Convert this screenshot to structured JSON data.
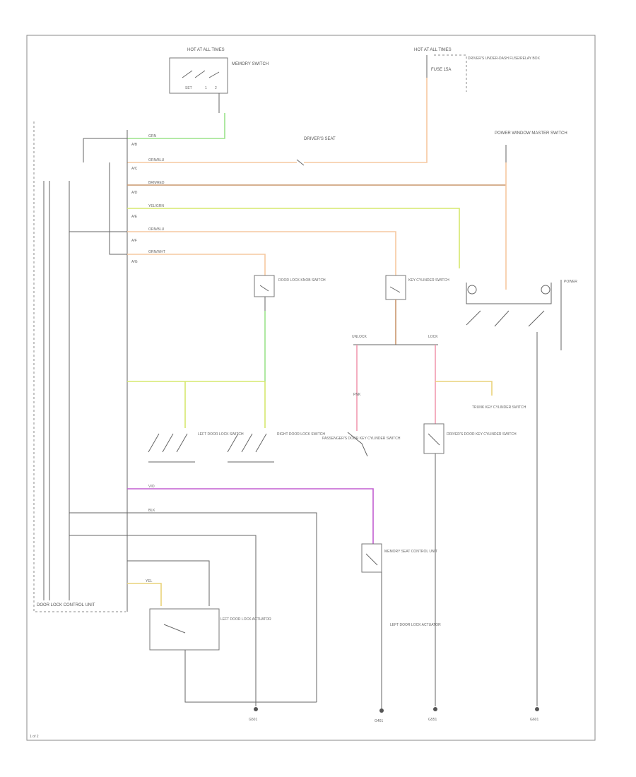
{
  "colors": {
    "green": "#9be38a",
    "orange": "#f6c8a0",
    "brown": "#c9966c",
    "yellow_green": "#d6e86e",
    "pink": "#f29ab0",
    "violet": "#c25ed0",
    "yellow": "#e9d27a",
    "black": "#777777"
  },
  "labels": {
    "hot_at_all_times_left": "HOT AT ALL TIMES",
    "hot_at_all_times_right": "HOT AT ALL TIMES",
    "memory_switch": "MEMORY SWITCH",
    "fuse_label_right": "FUSE 15A",
    "fuse_box_note": "DRIVER'S UNDER-DASH FUSE/RELAY BOX",
    "mid_connector_note": "DRIVER'S SEAT",
    "power_window_note": "POWER WINDOW MASTER SWITCH",
    "unlock_label": "UNLOCK",
    "lock_label": "LOCK",
    "passenger_switch": "PASSENGER'S DOOR KEY CYLINDER SWITCH",
    "driver_switch": "DRIVER'S DOOR KEY CYLINDER SWITCH",
    "left_door_switch": "LEFT DOOR LOCK SWITCH",
    "right_door_switch": "RIGHT DOOR LOCK SWITCH",
    "trunk_switch": "TRUNK KEY CYLINDER SWITCH",
    "sensor_box": "DOOR LOCK CONTROL UNIT",
    "lower_module": "LEFT DOOR LOCK ACTUATOR",
    "lower_module_note": "MEMORY SEAT CONTROL UNIT",
    "mid_switch_unit": "DOOR LOCK KNOB SWITCH",
    "key_switch_unit": "KEY CYLINDER SWITCH",
    "ground_1": "G501",
    "ground_2": "G401",
    "ground_3": "G551",
    "ground_4": "G601",
    "wire_1": "GRN",
    "wire_2": "ORN/BLU",
    "wire_3": "BRN/RED",
    "wire_4": "YEL/GRN",
    "wire_5": "ORN/BLU",
    "wire_6": "ORN/WHT",
    "wire_7": "PNK",
    "wire_8": "VIO",
    "wire_9": "BLK",
    "wire_10": "YEL",
    "page_num": "1 of 2"
  }
}
